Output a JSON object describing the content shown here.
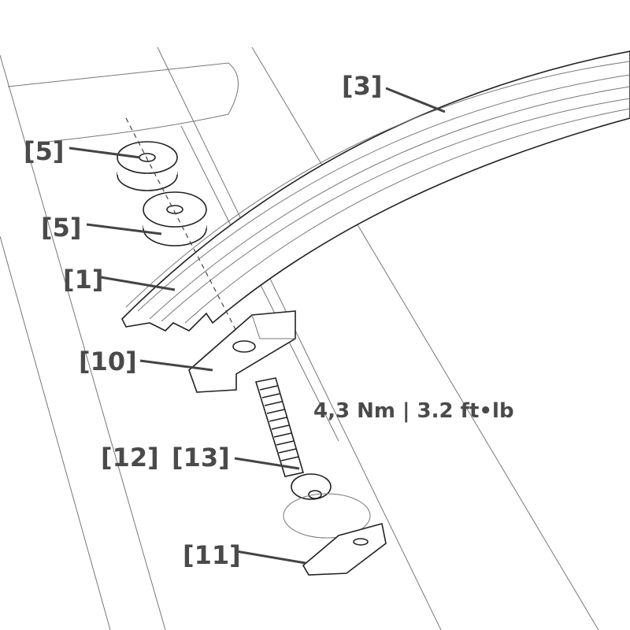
{
  "labels": {
    "rail_top": "[3]",
    "spacer_upper": "[5]",
    "spacer_lower": "[5]",
    "rail_lower": "[1]",
    "clamp_upper": "[10]",
    "tool": "[12]",
    "bolt": "[13]",
    "clamp_lower": "[11]"
  },
  "torque": "4,3 Nm | 3.2 ft•lb"
}
